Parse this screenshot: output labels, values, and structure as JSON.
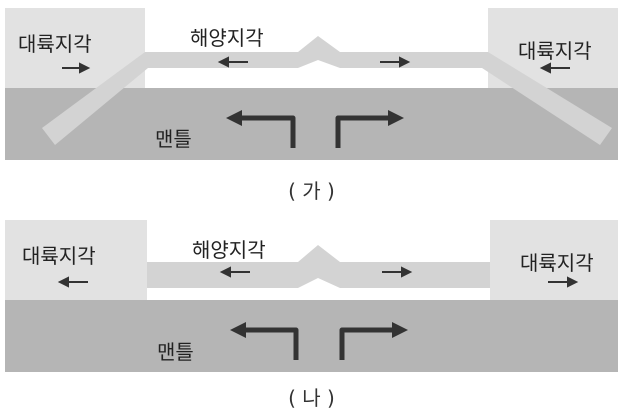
{
  "panel_a": {
    "caption": "( 가 )",
    "left_crust": "대륙지각",
    "right_crust": "대륙지각",
    "ocean_crust": "해양지각",
    "mantle": "맨틀"
  },
  "panel_b": {
    "caption": "( 나 )",
    "left_crust": "대륙지각",
    "right_crust": "대륙지각",
    "ocean_crust": "해양지각",
    "mantle": "맨틀"
  },
  "colors": {
    "mantle": "#b5b5b5",
    "continental": "#e2e2e2",
    "oceanic": "#d3d3d3",
    "arrow": "#333333"
  }
}
